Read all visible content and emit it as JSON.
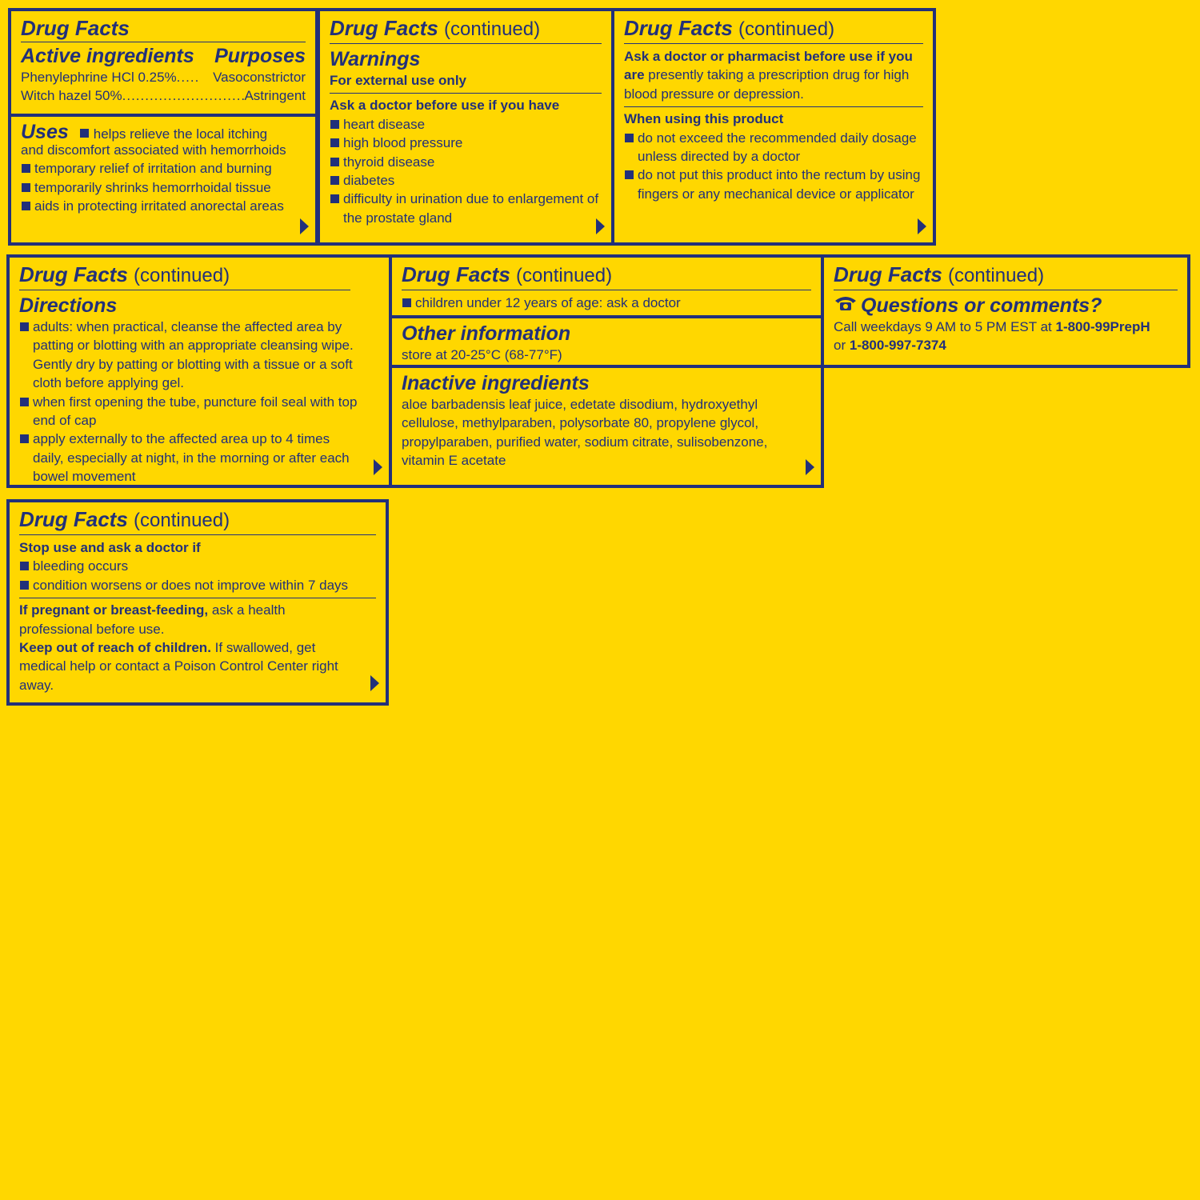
{
  "header_title": "Drug Facts",
  "continued": "(continued)",
  "panel1": {
    "active_heading": "Active ingredients",
    "purposes_heading": "Purposes",
    "ingredients": [
      {
        "name": "Phenylephrine HCl 0.25%",
        "dots": ".....",
        "purpose": "Vasoconstrictor"
      },
      {
        "name": "Witch hazel 50%",
        "dots": "............................",
        "purpose": "Astringent"
      }
    ],
    "uses_heading": "Uses",
    "uses_first": "helps relieve the local itching",
    "uses_first_cont": "and discomfort associated with hemorrhoids",
    "uses": [
      "temporary relief of irritation and burning",
      "temporarily shrinks hemorrhoidal tissue",
      "aids in protecting irritated anorectal areas"
    ]
  },
  "panel2": {
    "warnings_heading": "Warnings",
    "external": "For external use only",
    "ask_doctor": "Ask a doctor before use if you have",
    "conditions": [
      "heart disease",
      "high blood pressure",
      "thyroid disease",
      "diabetes",
      "difficulty in urination due to enlargement of the prostate gland"
    ]
  },
  "panel3": {
    "ask_pharm_bold": "Ask a doctor or pharmacist before use if you are",
    "ask_pharm_rest": "presently taking a prescription drug for high blood pressure or depression.",
    "when_using": "When using this product",
    "items": [
      "do not exceed the recommended daily dosage unless directed by a doctor",
      "do not put this product into the rectum by using fingers or any mechanical device or applicator"
    ]
  },
  "panel4": {
    "directions_heading": "Directions",
    "items": [
      "adults: when practical, cleanse the affected area by patting or blotting with an appropriate cleansing wipe. Gently dry by patting or blotting with a tissue or a soft cloth before applying gel.",
      "when first opening the tube, puncture foil seal with top end of cap",
      "apply externally to the affected area up to 4 times daily, especially at night, in the morning or after each bowel movement"
    ]
  },
  "panel5": {
    "children": "children under 12 years of age: ask a doctor",
    "other_heading": "Other information",
    "store": "store at 20-25°C (68-77°F)",
    "inactive_heading": "Inactive ingredients",
    "inactive": "aloe barbadensis leaf juice, edetate disodium, hydroxyethyl cellulose, methylparaben, polysorbate 80, propylene glycol, propylparaben, purified water, sodium citrate, sulisobenzone, vitamin E acetate"
  },
  "panel6": {
    "questions": "Questions or comments?",
    "call": "Call weekdays 9 AM to 5 PM EST at",
    "phone1": "1-800-99PrepH",
    "or": "or",
    "phone2": "1-800-997-7374"
  },
  "panel7": {
    "stop_use": "Stop use and ask a doctor if",
    "items": [
      "bleeding occurs",
      "condition worsens or does not improve within 7 days"
    ],
    "pregnant_bold": "If pregnant or breast-feeding,",
    "pregnant_rest": "ask a health professional before use.",
    "keep_bold": "Keep out of reach of children.",
    "keep_rest": "If swallowed, get medical help or contact a Poison Control Center right away."
  },
  "colors": {
    "background": "#FFD700",
    "ink": "#22307A"
  },
  "icons": [
    "phone-icon",
    "bullet-square-icon",
    "continue-arrow-icon"
  ]
}
